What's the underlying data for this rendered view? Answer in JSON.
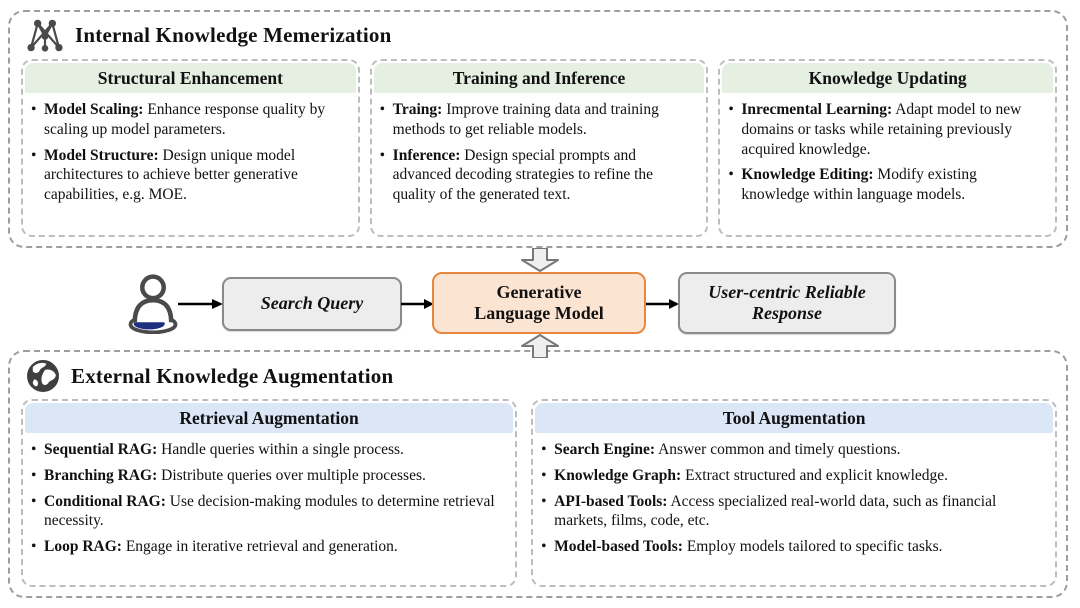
{
  "top_section": {
    "title": "Internal Knowledge Memerization",
    "boxes": [
      {
        "header": "Structural Enhancement",
        "items": [
          {
            "term": "Model Scaling:",
            "desc": "Enhance response quality by scaling up model parameters."
          },
          {
            "term": "Model Structure:",
            "desc": "Design unique model architectures to achieve better generative capabilities, e.g. MOE."
          }
        ]
      },
      {
        "header": "Training and Inference",
        "items": [
          {
            "term": "Traing:",
            "desc": "Improve training data and training methods to get reliable models."
          },
          {
            "term": "Inference:",
            "desc": "Design special prompts and advanced decoding strategies to refine the quality of the generated text."
          }
        ]
      },
      {
        "header": "Knowledge Updating",
        "items": [
          {
            "term": "Inrecmental Learning:",
            "desc": "Adapt model to new domains or tasks while retaining previously acquired knowledge."
          },
          {
            "term": "Knowledge Editing:",
            "desc": "Modify existing knowledge within language models."
          }
        ]
      }
    ]
  },
  "flow": {
    "query_label": "Search Query",
    "model_line1": "Generative",
    "model_line2": "Language Model",
    "response_line1": "User-centric Reliable",
    "response_line2": "Response"
  },
  "bottom_section": {
    "title": "External Knowledge Augmentation",
    "boxes": [
      {
        "header": "Retrieval Augmentation",
        "items": [
          {
            "term": "Sequential RAG:",
            "desc": "Handle queries within a single process."
          },
          {
            "term": "Branching RAG:",
            "desc": "Distribute queries over multiple processes."
          },
          {
            "term": "Conditional RAG:",
            "desc": "Use decision-making modules to determine retrieval necessity."
          },
          {
            "term": "Loop RAG:",
            "desc": "Engage in iterative retrieval and generation."
          }
        ]
      },
      {
        "header": "Tool Augmentation",
        "items": [
          {
            "term": "Search Engine:",
            "desc": "Answer common and timely questions."
          },
          {
            "term": "Knowledge Graph:",
            "desc": "Extract structured and explicit knowledge."
          },
          {
            "term": "API-based Tools:",
            "desc": "Access specialized real-world data, such as financial markets, films, code, etc."
          },
          {
            "term": "Model-based Tools:",
            "desc": "Employ models tailored to specific tasks."
          }
        ]
      }
    ]
  },
  "icons": {
    "network": "network-icon",
    "globe": "globe-icon",
    "user": "user-icon",
    "arrow_right": "arrow-right-icon",
    "arrow_down_hollow": "arrow-down-hollow-icon",
    "arrow_up_hollow": "arrow-up-hollow-icon"
  },
  "colors": {
    "accent_orange": "#E8873F",
    "model_fill": "#FCE4D2",
    "header_green": "#E6F0E2",
    "header_blue": "#DBE7F7",
    "node_gray": "#EDEDED",
    "user_base_navy": "#1E2F80",
    "dashed_border": "#9E9E9E"
  }
}
